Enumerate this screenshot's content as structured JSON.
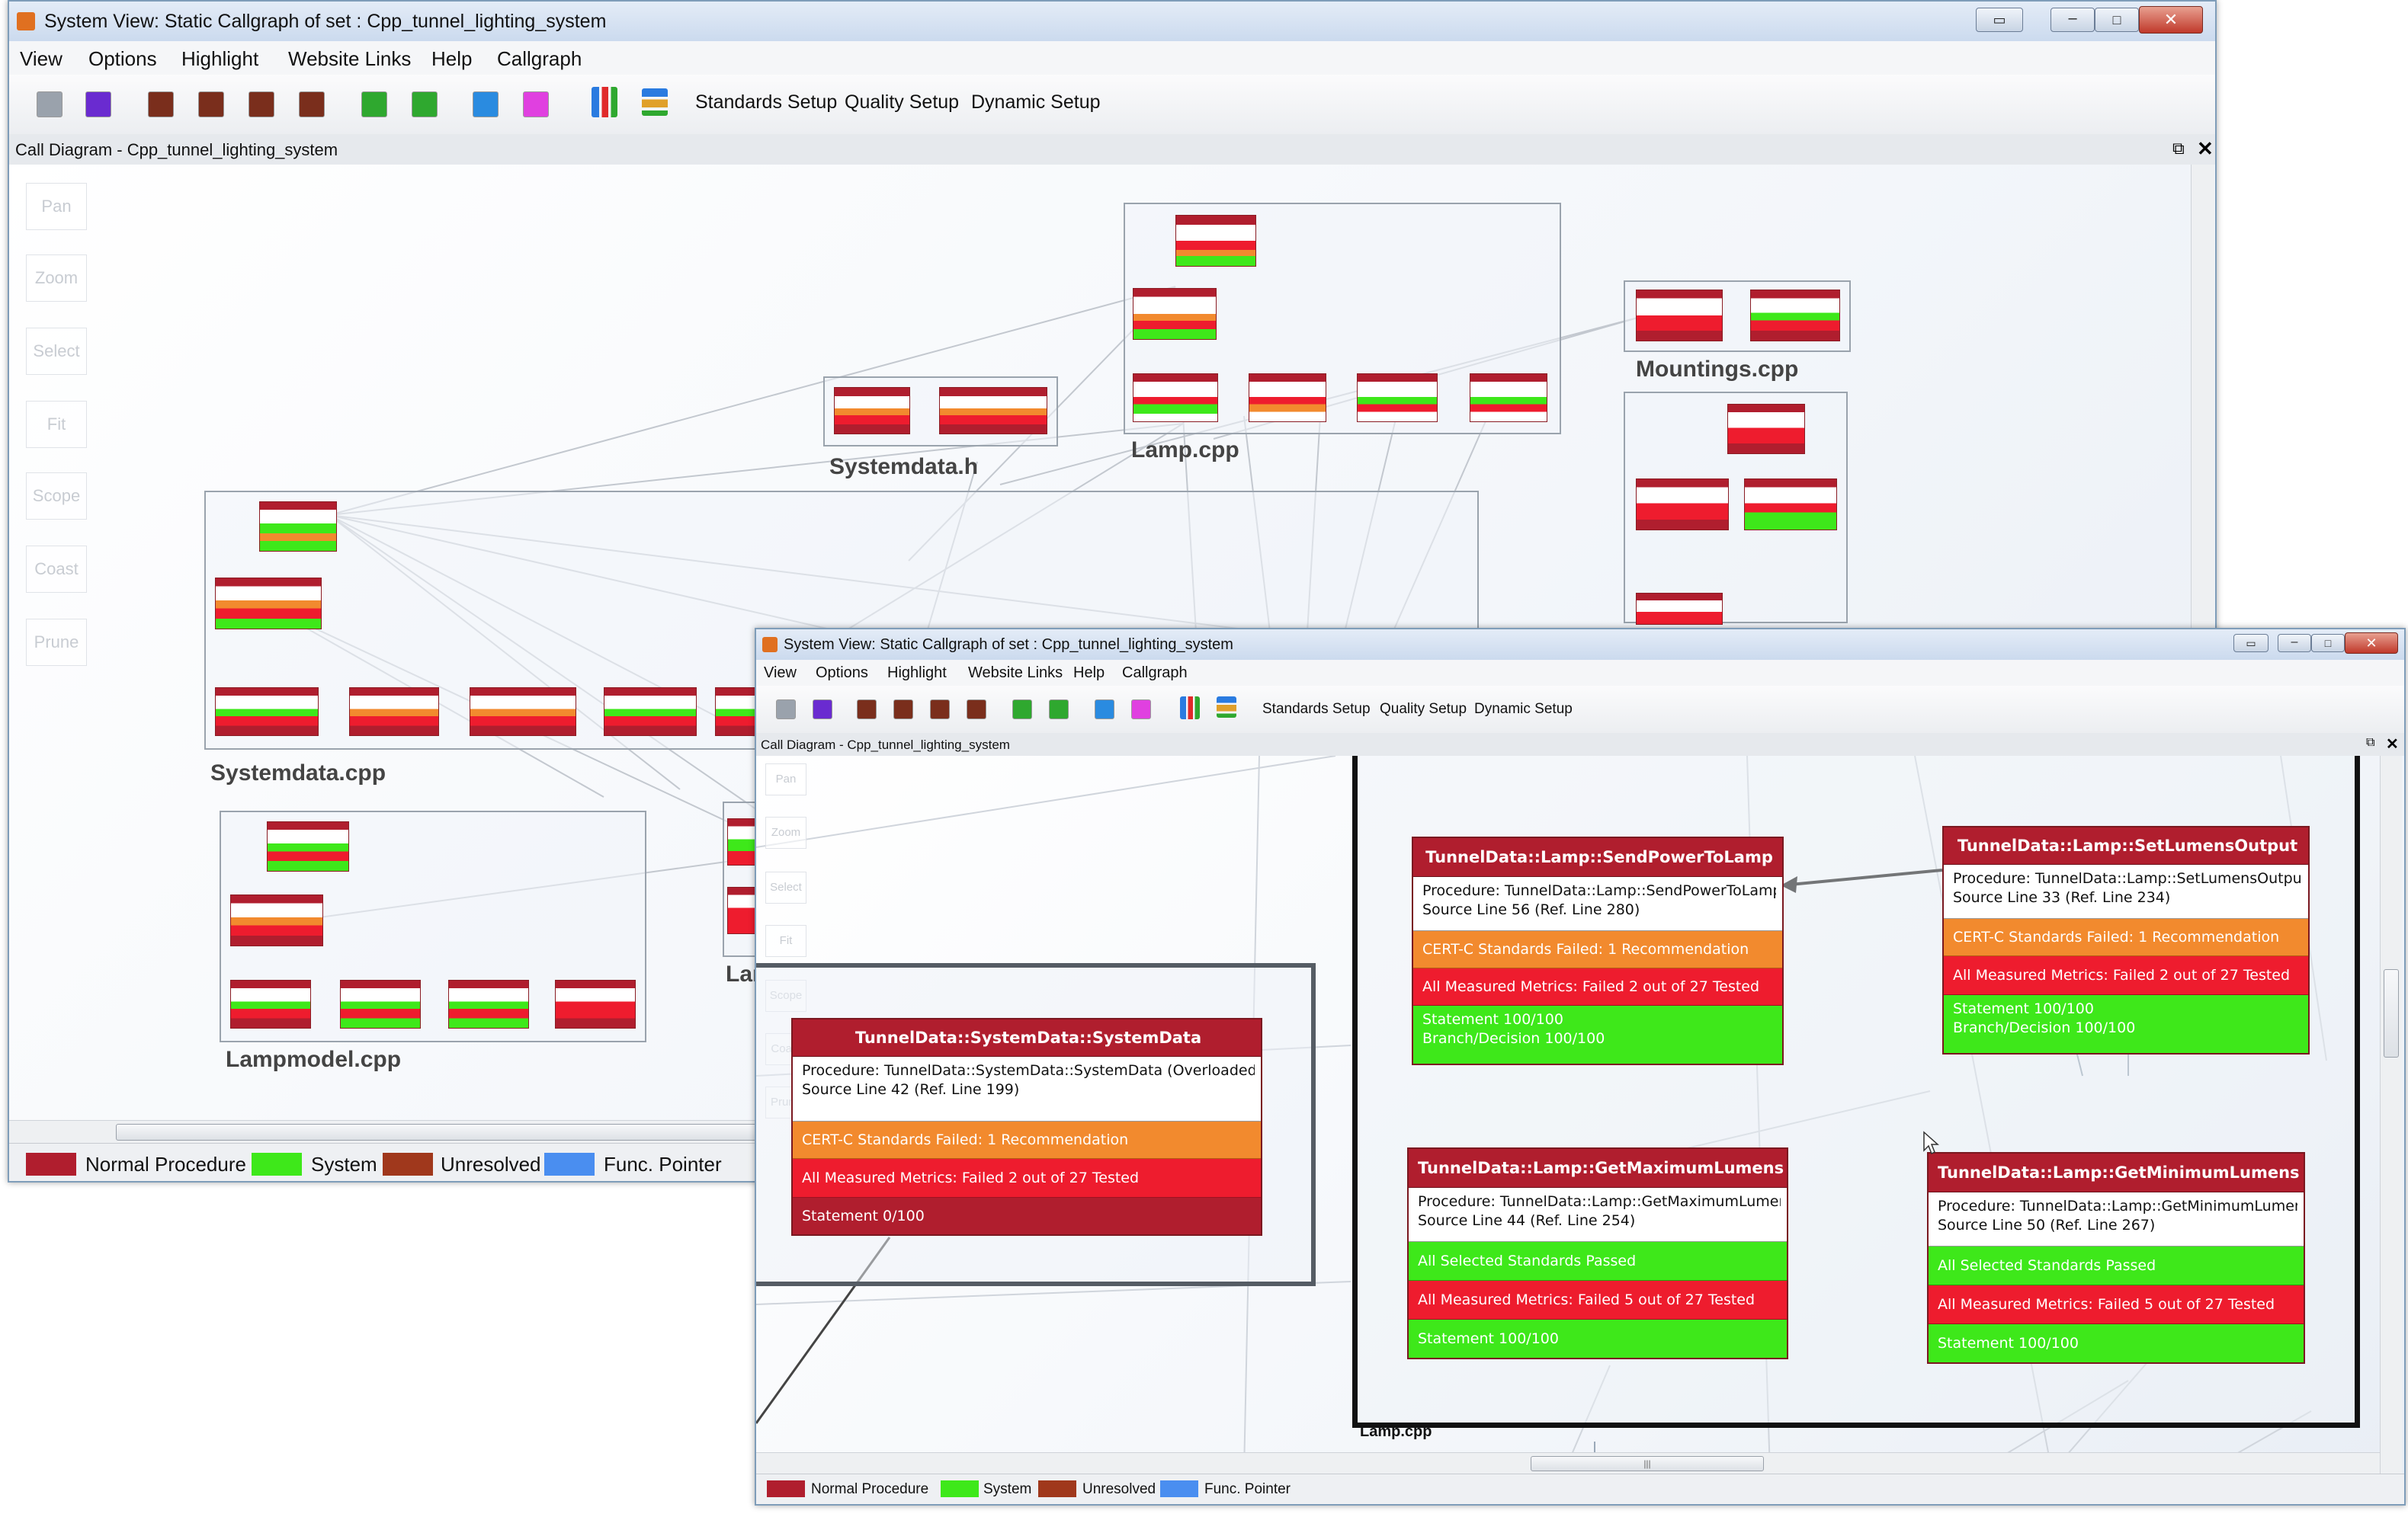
{
  "window_title": "System View: Static Callgraph of set : Cpp_tunnel_lighting_system",
  "menu": [
    "View",
    "Options",
    "Highlight",
    "Website Links",
    "Help",
    "Callgraph"
  ],
  "toolbar": {
    "standards_setup": "Standards Setup",
    "quality_setup": "Quality Setup",
    "dynamic_setup": "Dynamic Setup"
  },
  "panel_title": "Call Diagram - Cpp_tunnel_lighting_system",
  "nav_buttons": [
    "Pan",
    "Zoom",
    "Select",
    "Fit",
    "Scope",
    "Coast",
    "Prune"
  ],
  "legend": [
    {
      "label": "Normal Procedure",
      "color": "#b01e2e"
    },
    {
      "label": "System",
      "color": "#3ee81a"
    },
    {
      "label": "Unresolved",
      "color": "#a0381c"
    },
    {
      "label": "Func. Pointer",
      "color": "#4a8ef0"
    }
  ],
  "back_clusters": [
    "Systemdata.h",
    "Lamp.cpp",
    "Mountings.cpp",
    "Systemdata.cpp",
    "Lampmodel.cpp",
    "Lar"
  ],
  "front_cluster_label": "Lamp.cpp",
  "scroll_glyph": "|||",
  "cards": {
    "systemdata": {
      "title": "TunnelData::SystemData::SystemData",
      "proc": "Procedure: TunnelData::SystemData::SystemData (Overloaded)",
      "src": "Source Line 42 (Ref. Line 199)",
      "std": "CERT-C Standards Failed:   1 Recommendation",
      "metrics": "All Measured Metrics: Failed 2 out of 27 Tested",
      "cov1": "Statement 0/100"
    },
    "sendpower": {
      "title": "TunnelData::Lamp::SendPowerToLamp",
      "proc": "Procedure: TunnelData::Lamp::SendPowerToLamp",
      "src": "Source Line 56 (Ref. Line 280)",
      "std": "CERT-C Standards Failed:   1 Recommendation",
      "metrics": "All Measured Metrics: Failed 2 out of 27 Tested",
      "cov1": "Statement 100/100",
      "cov2": "Branch/Decision 100/100"
    },
    "setlumens": {
      "title": "TunnelData::Lamp::SetLumensOutput",
      "proc": "Procedure: TunnelData::Lamp::SetLumensOutput",
      "src": "Source Line 33 (Ref. Line 234)",
      "std": "CERT-C Standards Failed:   1 Recommendation",
      "metrics": "All Measured Metrics: Failed 2 out of 27 Tested",
      "cov1": "Statement 100/100",
      "cov2": "Branch/Decision 100/100"
    },
    "getmax": {
      "title": "TunnelData::Lamp::GetMaximumLumens",
      "proc": "Procedure: TunnelData::Lamp::GetMaximumLumens",
      "src": "Source Line 44 (Ref. Line 254)",
      "std": "All Selected Standards Passed",
      "metrics": "All Measured Metrics: Failed 5 out of 27 Tested",
      "cov1": "Statement 100/100"
    },
    "getmin": {
      "title": "TunnelData::Lamp::GetMinimumLumens",
      "proc": "Procedure: TunnelData::Lamp::GetMinimumLumens",
      "src": "Source Line 50 (Ref. Line 267)",
      "std": "All Selected Standards Passed",
      "metrics": "All Measured Metrics: Failed 5 out of 27 Tested",
      "cov1": "Statement 100/100"
    }
  }
}
